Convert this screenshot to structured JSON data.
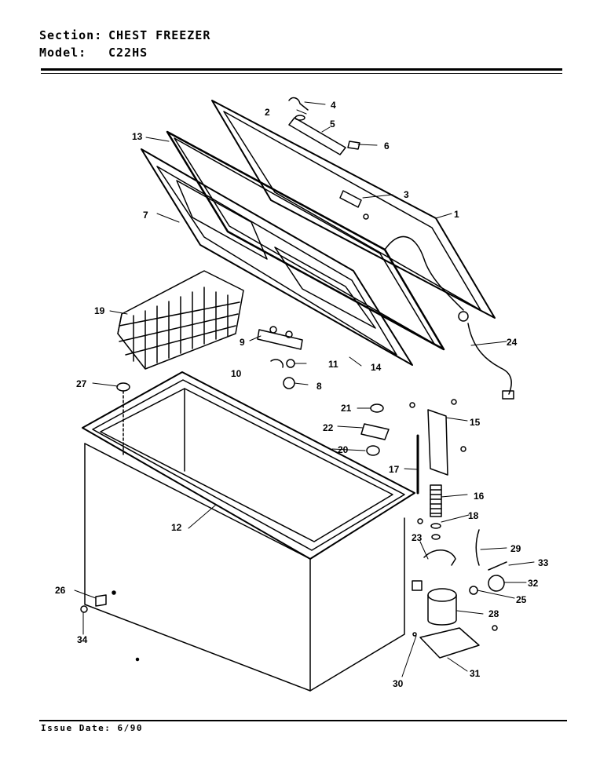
{
  "header": {
    "section_key": "Section:",
    "section_value": "CHEST FREEZER",
    "model_key": "Model:",
    "model_value": "C22HS"
  },
  "footer": {
    "issue_key": "Issue Date:",
    "issue_value": "6/90"
  },
  "callouts": {
    "c1": "1",
    "c2": "2",
    "c3": "3",
    "c4": "4",
    "c5": "5",
    "c6": "6",
    "c7": "7",
    "c8": "8",
    "c9": "9",
    "c10": "10",
    "c11": "11",
    "c12": "12",
    "c13": "13",
    "c14": "14",
    "c15": "15",
    "c16": "16",
    "c17": "17",
    "c18": "18",
    "c19": "19",
    "c20": "20",
    "c21": "21",
    "c22": "22",
    "c23": "23",
    "c24": "24",
    "c25": "25",
    "c26": "26",
    "c27": "27",
    "c28": "28",
    "c29": "29",
    "c30": "30",
    "c31": "31",
    "c32": "32",
    "c33": "33",
    "c34": "34"
  }
}
